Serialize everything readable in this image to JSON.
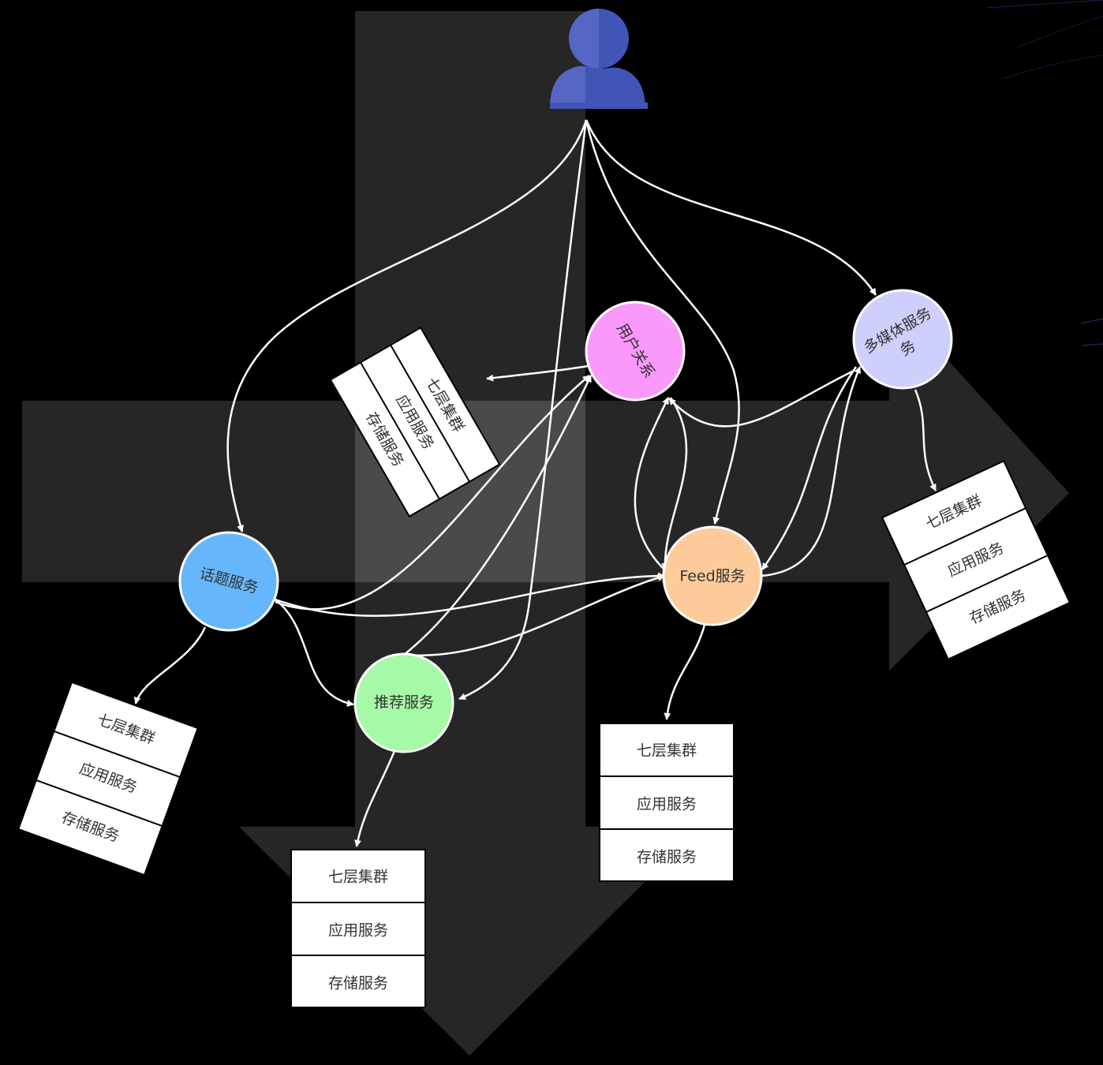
{
  "colors": {
    "background": "#000000",
    "watermark_cross": "#262626",
    "watermark_highlight": "#4a4a4a",
    "user_icon": "#4055b5",
    "edge": "#ffffff",
    "topic": "#66b6fb",
    "relation": "#fb99fb",
    "media": "#cfcffb",
    "feed": "#fdcb99",
    "recommend": "#a6f9a6",
    "stack_box": "#ffffff",
    "stack_text": "#333333"
  },
  "user": {
    "icon": "user-icon"
  },
  "services": {
    "topic": {
      "label": "话题服务"
    },
    "relation": {
      "label": "用户关系"
    },
    "media": {
      "label_line1": "多媒体服务",
      "label_line2": "务"
    },
    "feed": {
      "label": "Feed服务"
    },
    "recommend": {
      "label": "推荐服务"
    }
  },
  "stack": {
    "layers": [
      "七层集群",
      "应用服务",
      "存储服务"
    ]
  }
}
